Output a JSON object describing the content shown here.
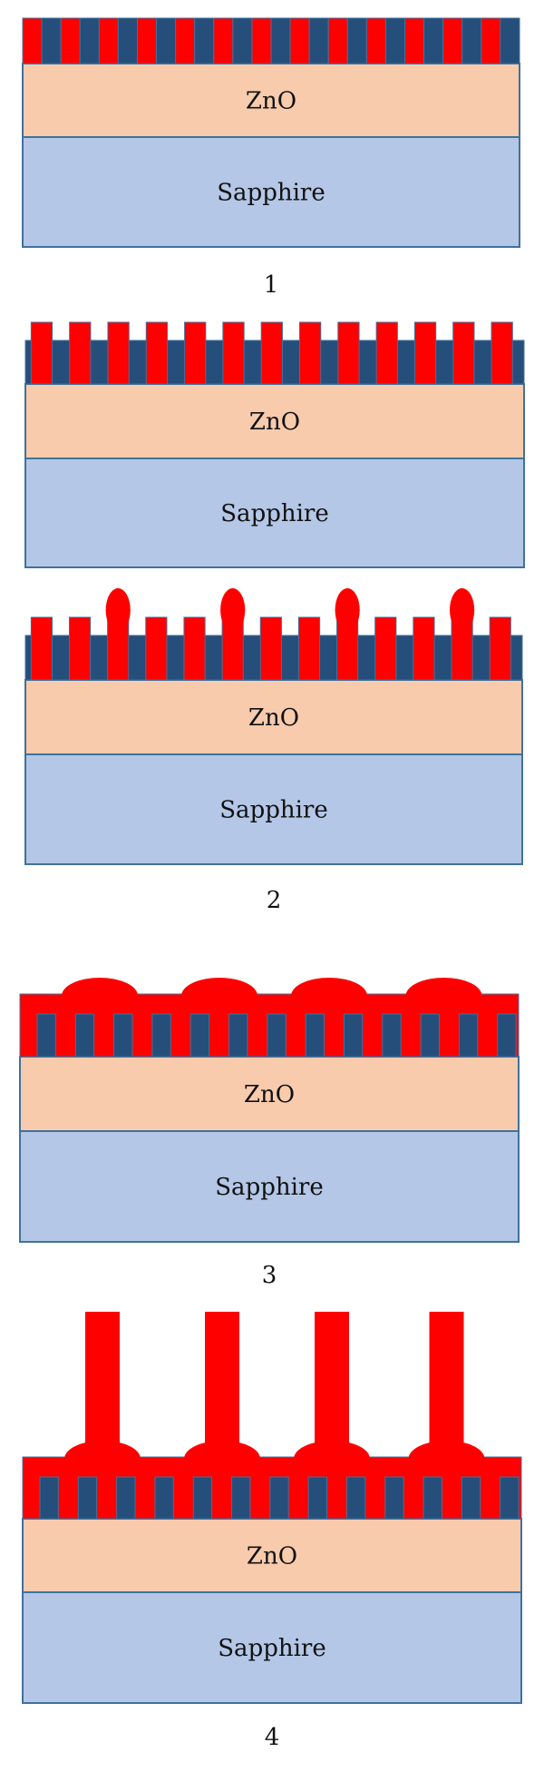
{
  "colors": {
    "background": "#ffffff",
    "zno": "#f8cbad",
    "sapphire": "#b4c7e7",
    "outline": "#41719c",
    "seed": "#ff0000",
    "grain": "#254e7a"
  },
  "layers": {
    "zno": "ZnO",
    "sapphire": "Sapphire"
  },
  "stages": [
    {
      "kind": "stripes",
      "zno": "ZnO",
      "sapphire": "Sapphire",
      "step": "1"
    },
    {
      "kind": "taller",
      "zno": "ZnO",
      "sapphire": "Sapphire",
      "step": ""
    },
    {
      "kind": "balls",
      "zno": "ZnO",
      "sapphire": "Sapphire",
      "step": "2"
    },
    {
      "kind": "film",
      "zno": "ZnO",
      "sapphire": "Sapphire",
      "step": "3"
    },
    {
      "kind": "rods",
      "zno": "ZnO",
      "sapphire": "Sapphire",
      "step": "4"
    }
  ]
}
